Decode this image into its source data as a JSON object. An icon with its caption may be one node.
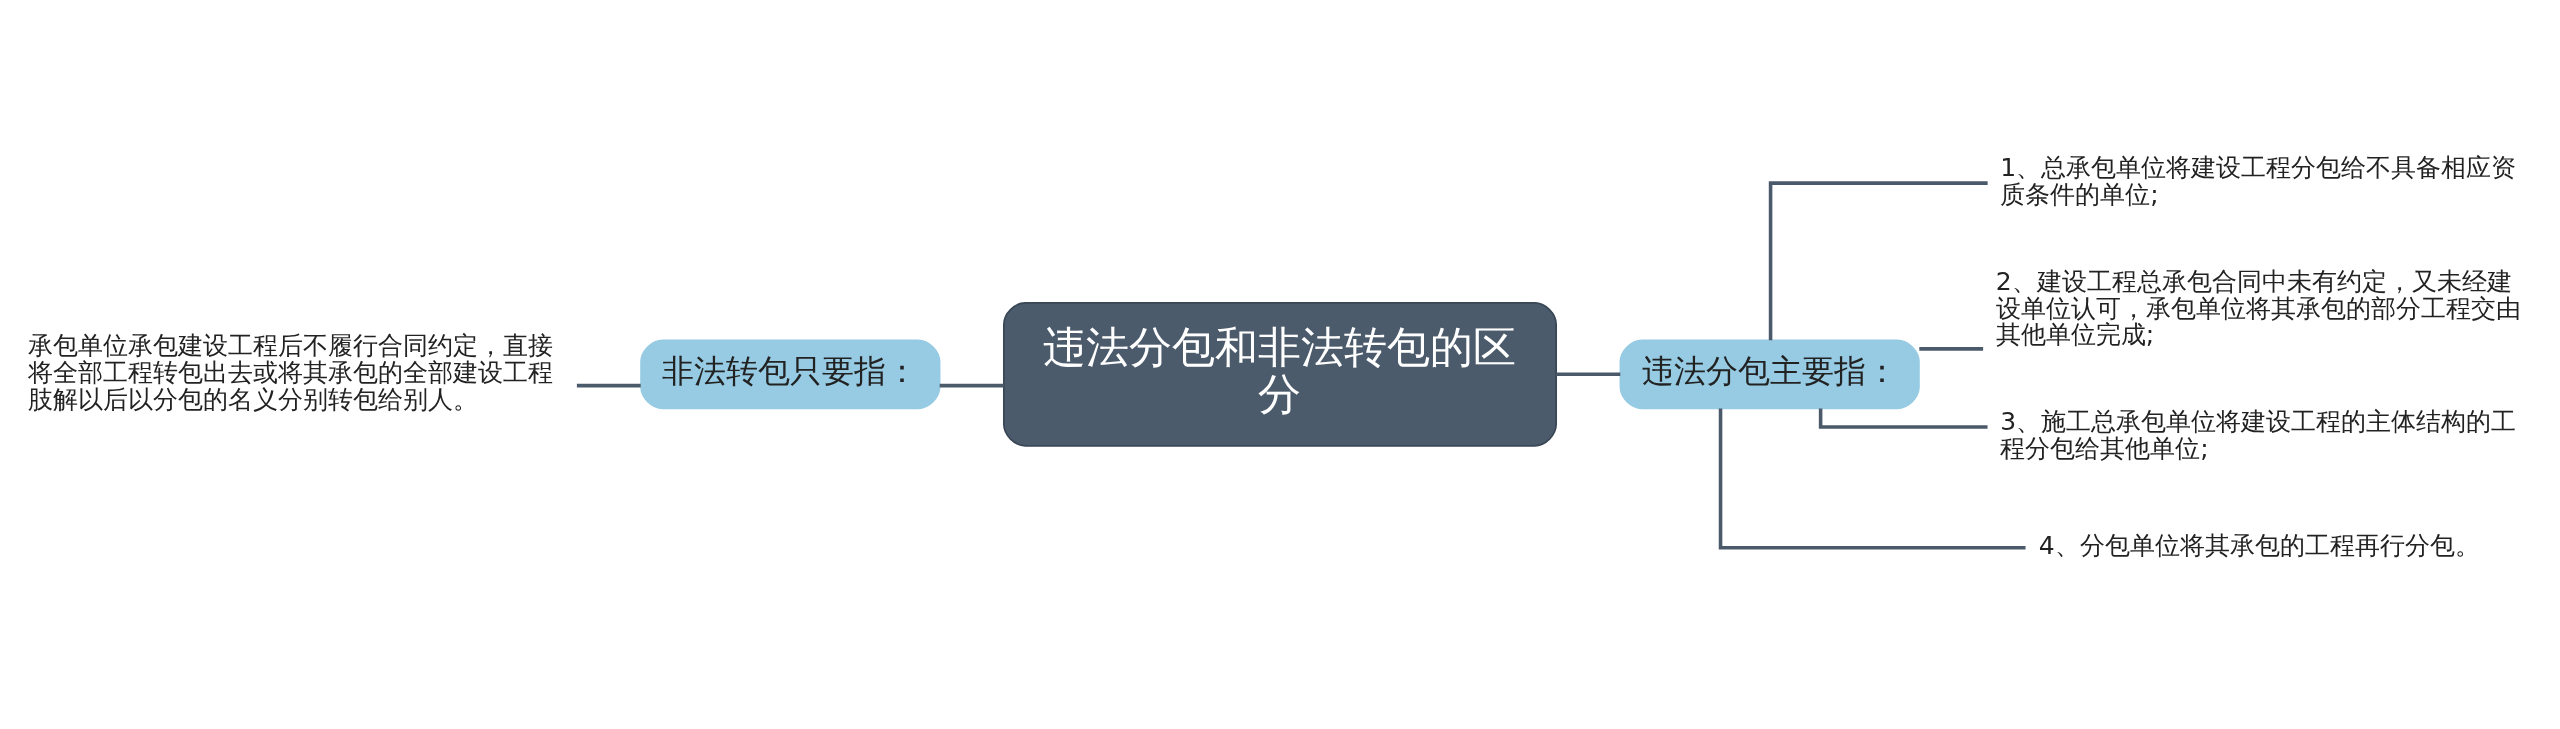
{
  "diagram": {
    "nodes": [
      {
        "text": [
          "违法分包和非法转包的区分"
        ]
      },
      {
        "text": [
          "非法转包只要指："
        ]
      },
      {
        "text": [
          "承包单位承包建设工程后不履行合同约定，直接将全部工程转包出去或将其承包的全部建设工程肢解以后以分包的名义分别转包给别人。"
        ]
      },
      {
        "text": [
          "违法分包主要指："
        ]
      },
      {
        "text": [
          "1、总承包单位将建设工程分包给不具备相应资质条件的单位;"
        ]
      },
      {
        "text": [
          "2、建设工程总承包合同中未有约定，又未经建设单位认可，承包单位将其承包的部分工程交由其他单位完成;"
        ]
      },
      {
        "text": [
          "3、施工总承包单位将建设工程的主体结构的工程分包给其他单位;"
        ]
      },
      {
        "text": [
          "4、分包单位将其承包的工程再行分包。"
        ]
      }
    ],
    "edges": [
      {
        "from": 0,
        "to": 1,
        "arrow": "none"
      },
      {
        "from": 1,
        "to": 2,
        "arrow": "none"
      },
      {
        "from": 0,
        "to": 3,
        "arrow": "none"
      },
      {
        "from": 3,
        "to": 4,
        "arrow": "none"
      },
      {
        "from": 3,
        "to": 5,
        "arrow": "none"
      },
      {
        "from": 3,
        "to": 6,
        "arrow": "none"
      },
      {
        "from": 3,
        "to": 7,
        "arrow": "none"
      }
    ]
  }
}
